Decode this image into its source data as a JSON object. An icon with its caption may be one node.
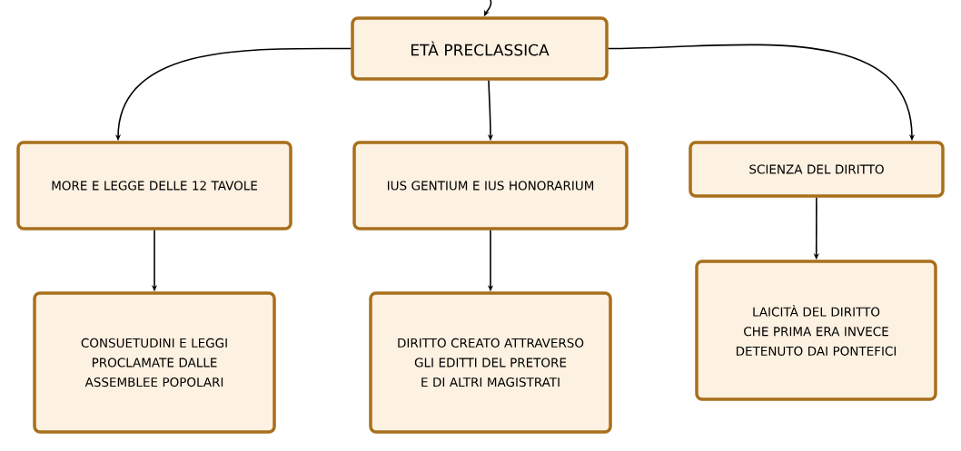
{
  "diagram": {
    "nodes": [
      {
        "text": [
          "ETÀ PRECLASSICA"
        ]
      },
      {
        "text": [
          "MORE E LEGGE DELLE 12 TAVOLE"
        ]
      },
      {
        "text": [
          "IUS GENTIUM E IUS HONORARIUM"
        ]
      },
      {
        "text": [
          "SCIENZA DEL DIRITTO"
        ]
      },
      {
        "text": [
          "CONSUETUDINI E LEGGI PROCLAMATE DALLE ASSEMBLEE POPOLARI"
        ]
      },
      {
        "text": [
          "DIRITTO CREATO ATTRAVERSO GLI EDITTI DEL PRETORE E DI ALTRI MAGISTRATI"
        ]
      },
      {
        "text": [
          "LAICITÀ DEL DIRITTO CHE PRIMA ERA INVECE DETENUTO DAI PONTEFICI"
        ]
      }
    ],
    "edges": [
      {
        "from": null,
        "to": 0,
        "arrow": "to"
      },
      {
        "from": 0,
        "to": 1,
        "arrow": "to"
      },
      {
        "from": 0,
        "to": 2,
        "arrow": "to"
      },
      {
        "from": 0,
        "to": 3,
        "arrow": "to"
      },
      {
        "from": 1,
        "to": 4,
        "arrow": "to"
      },
      {
        "from": 2,
        "to": 5,
        "arrow": "to"
      },
      {
        "from": 3,
        "to": 6,
        "arrow": "to"
      }
    ]
  }
}
